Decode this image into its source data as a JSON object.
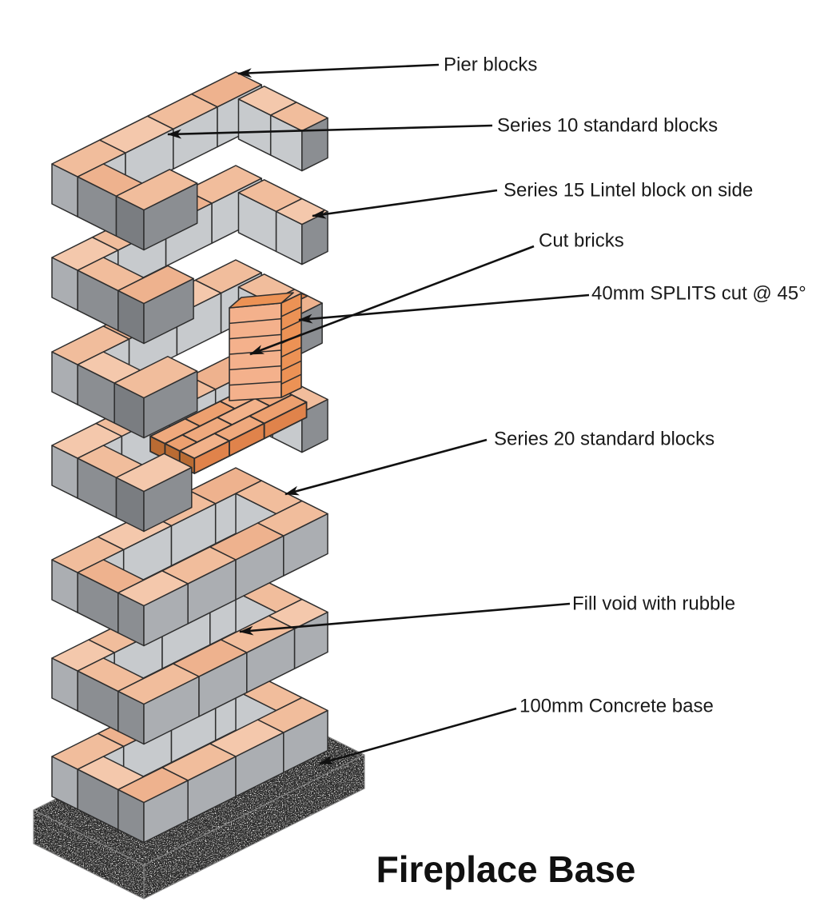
{
  "title": "Fireplace Base",
  "labels": [
    {
      "id": "pier-blocks",
      "text": "Pier blocks"
    },
    {
      "id": "series-10",
      "text": "Series 10 standard blocks"
    },
    {
      "id": "series-15",
      "text": "Series 15 Lintel block on side"
    },
    {
      "id": "cut-bricks",
      "text": "Cut bricks"
    },
    {
      "id": "splits",
      "text": "40mm SPLITS cut @ 45°"
    },
    {
      "id": "series-20",
      "text": "Series 20 standard blocks"
    },
    {
      "id": "fill-void",
      "text": "Fill void with rubble"
    },
    {
      "id": "concrete-base",
      "text": "100mm Concrete base"
    }
  ],
  "colors": {
    "block_top": "#f1bd9c",
    "block_top_light": "#f4c8ac",
    "block_top_warm": "#eeb28e",
    "face_light": "#c7cacd",
    "face_medium": "#abaeb2",
    "face_dark": "#8b8e92",
    "face_darker": "#7a7d81",
    "brick_top": "#efa97d",
    "brick_top_light": "#f2b28a",
    "brick_top_dark": "#eda06f",
    "brick_side": "#e0834b",
    "brick_end": "#b96b33",
    "brick_face": "#f4b18c",
    "brick_column": "#ec9255",
    "outline": "#2e2e2e",
    "slab_fill": "#f6f5f3",
    "text": "#1a1a1a"
  }
}
